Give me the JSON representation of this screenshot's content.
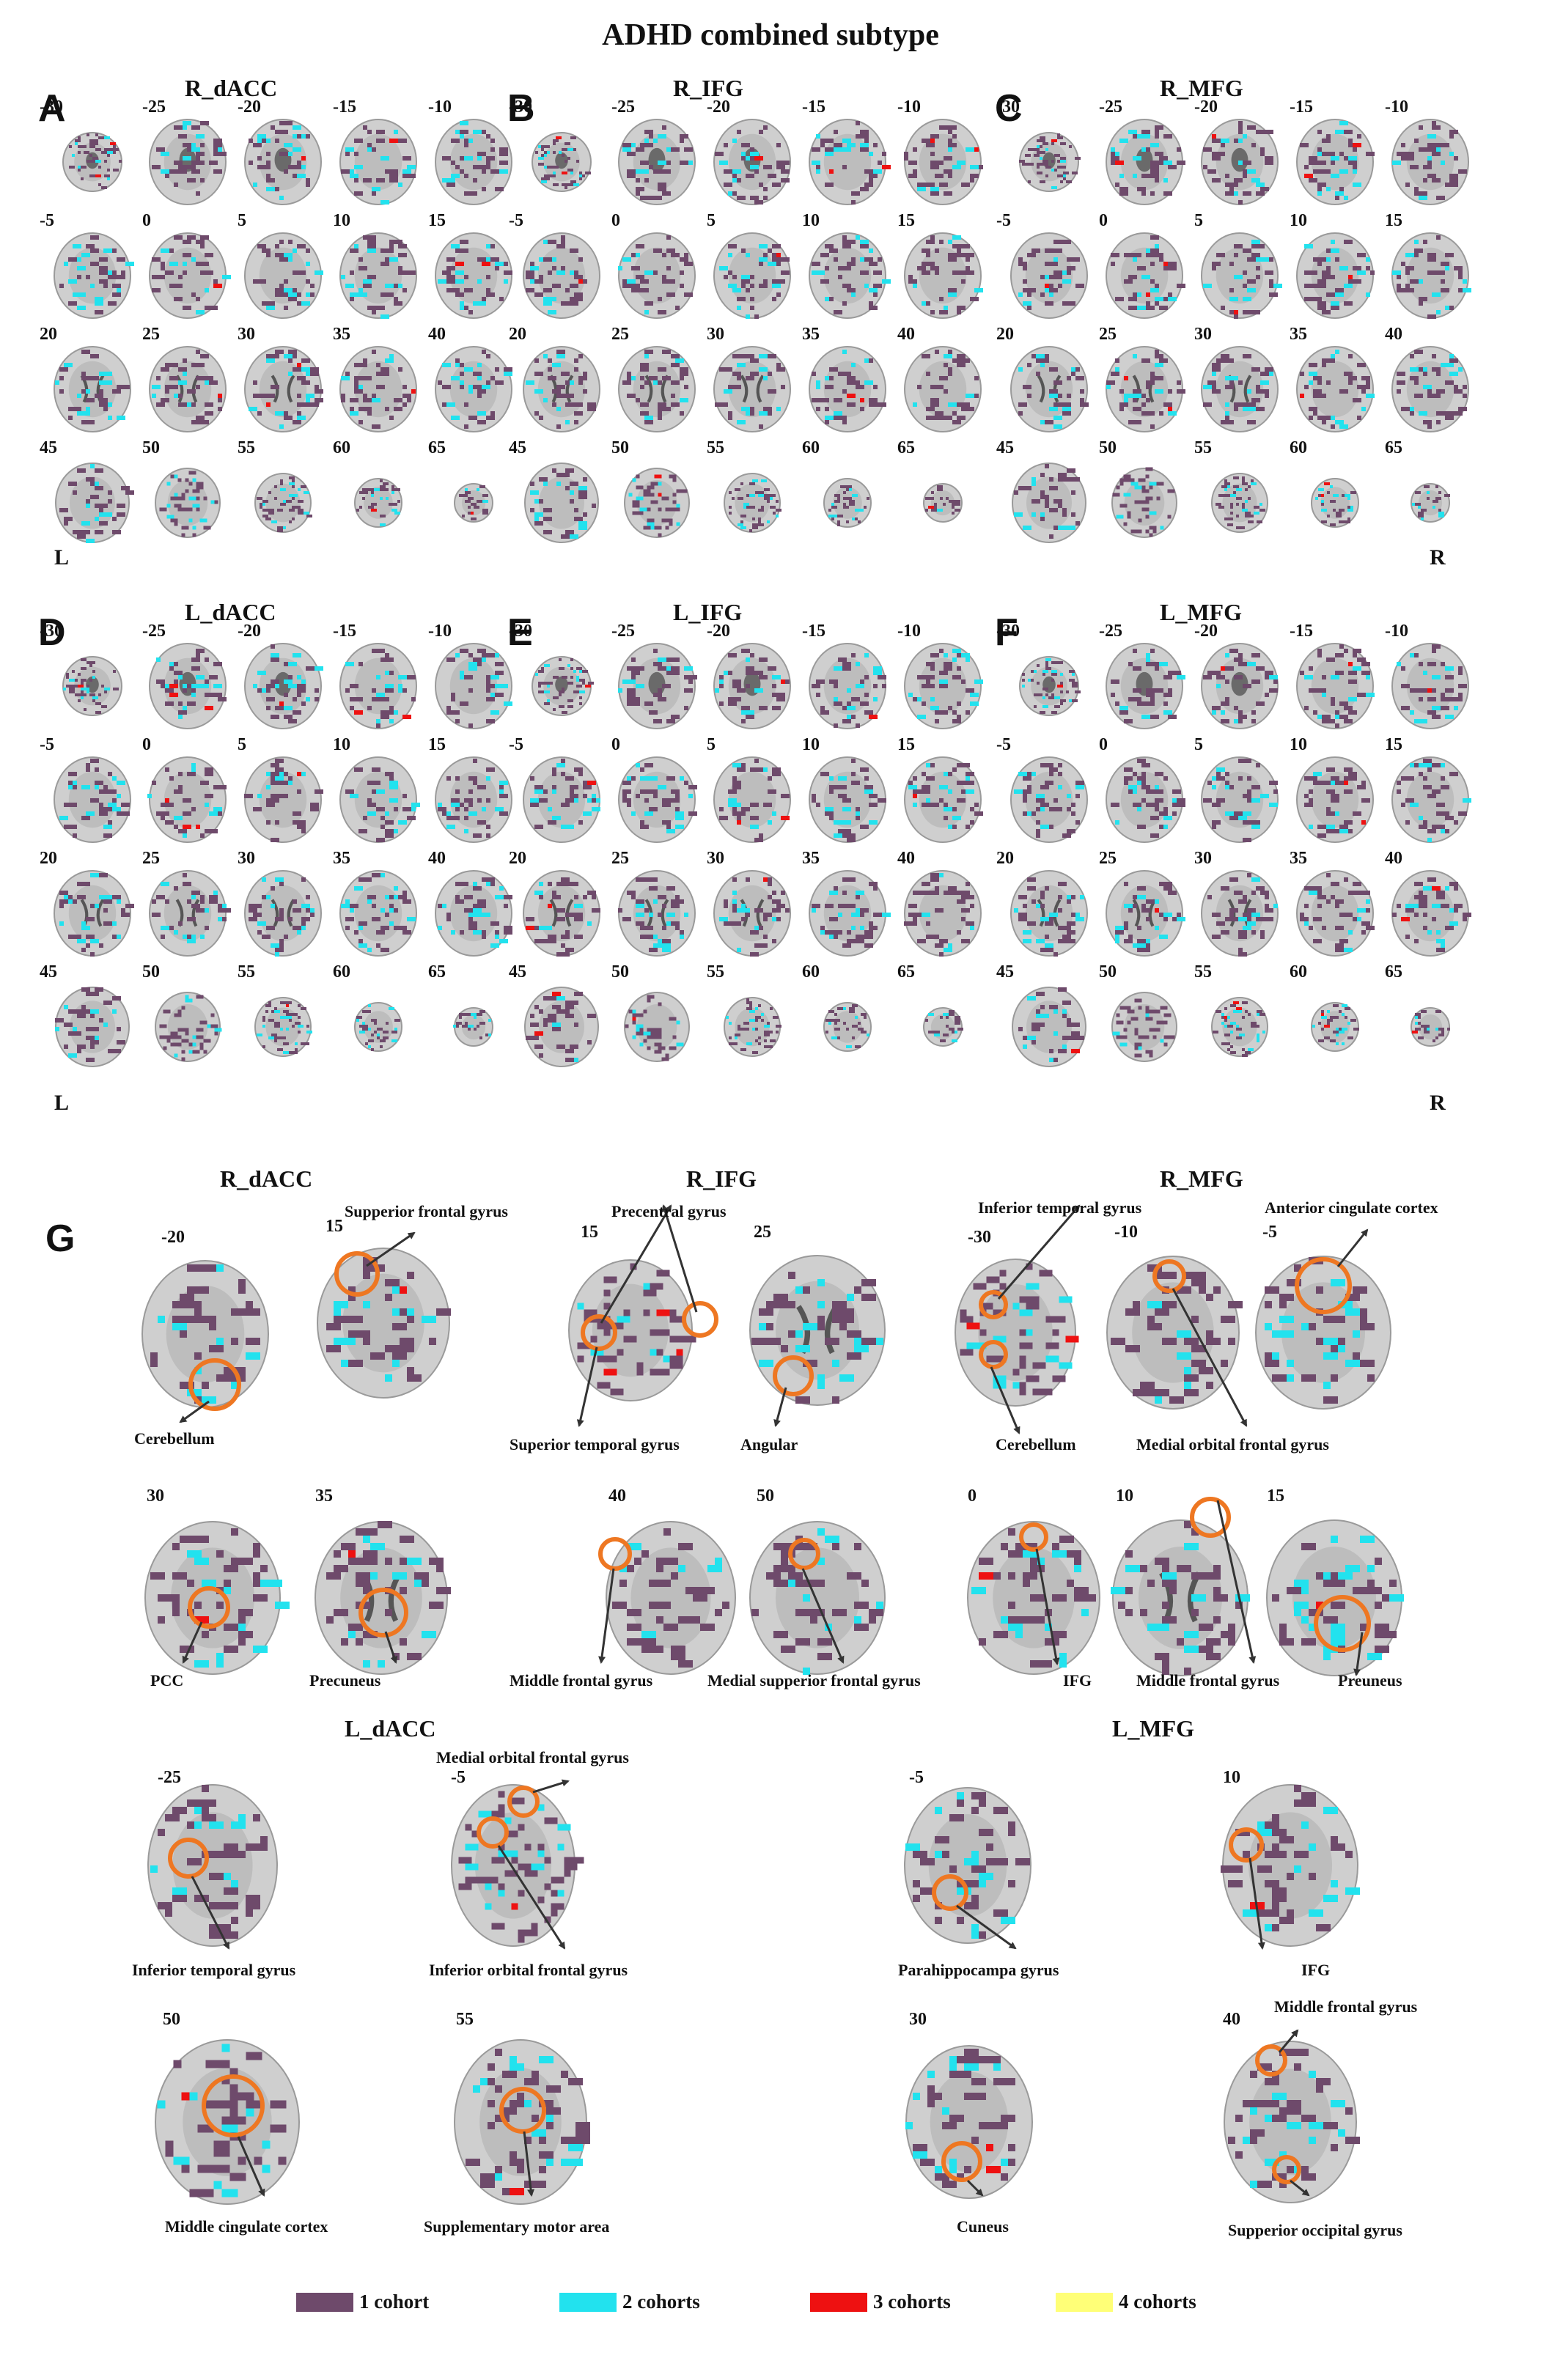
{
  "title": "ADHD combined subtype",
  "colors": {
    "one_cohort": "#6e4a6b",
    "two_cohorts": "#22e2ee",
    "three_cohorts": "#ee1111",
    "four_cohorts": "#ffff77",
    "circle": "#ee7722",
    "brain": "#cfcfcf"
  },
  "slice_rows": [
    [
      "-30",
      "-25",
      "-20",
      "-15",
      "-10"
    ],
    [
      "-5",
      "0",
      "5",
      "10",
      "15"
    ],
    [
      "20",
      "25",
      "30",
      "35",
      "40"
    ],
    [
      "45",
      "50",
      "55",
      "60",
      "65"
    ]
  ],
  "orientation": {
    "left": "L",
    "right": "R"
  },
  "panels": [
    {
      "letter": "A",
      "title": "R_dACC"
    },
    {
      "letter": "B",
      "title": "R_IFG"
    },
    {
      "letter": "C",
      "title": "R_MFG"
    },
    {
      "letter": "D",
      "title": "L_dACC"
    },
    {
      "letter": "E",
      "title": "L_IFG"
    },
    {
      "letter": "F",
      "title": "L_MFG"
    }
  ],
  "panel_g": {
    "letter": "G",
    "group_titles": [
      "R_dACC",
      "R_IFG",
      "R_MFG",
      "L_dACC",
      "L_MFG"
    ],
    "slices": [
      "-20",
      "15",
      "15",
      "25",
      "-30",
      "-10",
      "-5",
      "30",
      "35",
      "40",
      "50",
      "0",
      "10",
      "15",
      "-25",
      "-5",
      "-5",
      "10",
      "50",
      "55",
      "30",
      "40"
    ],
    "annotations": [
      "Supperior frontal gyrus",
      "Cerebellum",
      "Precentral gyrus",
      "Superior temporal gyrus",
      "Angular",
      "Inferior temporal gyrus",
      "Anterior cingulate cortex",
      "Cerebellum",
      "Medial orbital frontal gyrus",
      "PCC",
      "Precuneus",
      "Middle frontal gyrus",
      "Medial supperior frontal gyrus",
      "IFG",
      "Middle frontal gyrus",
      "Preuneus",
      "Medial orbital frontal gyrus",
      "Inferior temporal gyrus",
      "Inferior orbital frontal gyrus",
      "Parahippocampa gyrus",
      "IFG",
      "Middle frontal gyrus",
      "Middle cingulate cortex",
      "Supplementary motor area",
      "Cuneus",
      "Supperior occipital gyrus"
    ]
  },
  "legend": [
    {
      "label": "1 cohort",
      "color": "#6e4a6b"
    },
    {
      "label": "2 cohorts",
      "color": "#22e2ee"
    },
    {
      "label": "3 cohorts",
      "color": "#ee1111"
    },
    {
      "label": "4 cohorts",
      "color": "#ffff77"
    }
  ]
}
